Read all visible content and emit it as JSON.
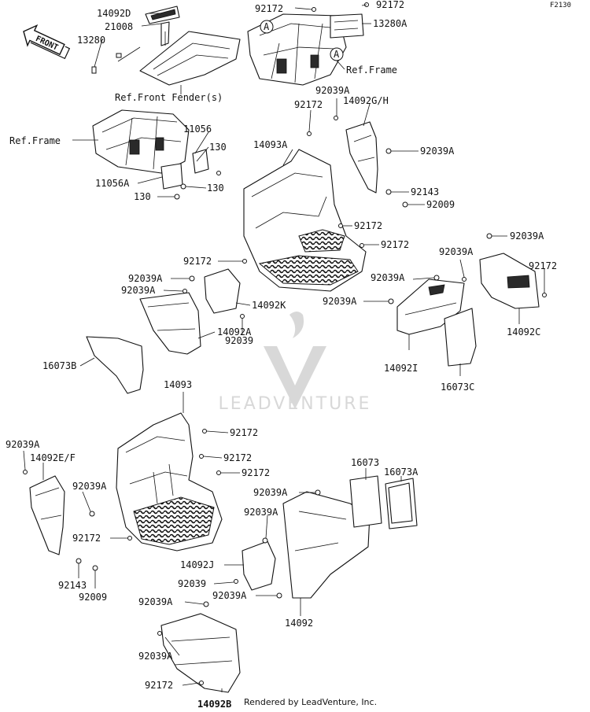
{
  "figure_code": "F2130",
  "front_arrow_label": "FRONT",
  "callout_letter": "A",
  "watermark_text": "LEADVENTURE",
  "credit": "Rendered by LeadVenture, Inc.",
  "refs": {
    "front_fender": "Ref.Front Fender(s)",
    "frame_top": "Ref.Frame",
    "frame_left": "Ref.Frame"
  },
  "parts": {
    "p14092D": "14092D",
    "p21008": "21008",
    "p13280": "13280",
    "p92172_top": "92172",
    "p92172_topright": "92172",
    "p13280A": "13280A",
    "p11056": "11056",
    "p130_a": "130",
    "p11056A": "11056A",
    "p130_b": "130",
    "p130_c": "130",
    "p92039A_1": "92039A",
    "p92172_2": "92172",
    "p14092GH": "14092G/H",
    "p14093A": "14093A",
    "p92039A_2": "92039A",
    "p92143_a": "92143",
    "p92009_a": "92009",
    "p92172_3": "92172",
    "p92172_4": "92172",
    "p92039A_3": "92039A",
    "p92039A_4": "92039A",
    "p92172_5": "92172",
    "p92172_6": "92172",
    "p92039A_5": "92039A",
    "p92039A_6": "92039A",
    "p92039A_7": "92039A",
    "p14092K": "14092K",
    "p92039A_8": "92039A",
    "p92039": "92039",
    "p14092A": "14092A",
    "p16073B": "16073B",
    "p14092I": "14092I",
    "p14092C": "14092C",
    "p16073C": "16073C",
    "p14093": "14093",
    "p92172_7": "92172",
    "p92039A_9": "92039A",
    "p14092EF": "14092E/F",
    "p92172_8": "92172",
    "p92172_9": "92172",
    "p92039A_10": "92039A",
    "p16073": "16073",
    "p16073A": "16073A",
    "p92039A_11": "92039A",
    "p92039A_12": "92039A",
    "p92172_10": "92172",
    "p92143_b": "92143",
    "p92009_b": "92009",
    "p14092J": "14092J",
    "p92039_b": "92039",
    "p92039A_13": "92039A",
    "p92039A_14": "92039A",
    "p14092": "14092",
    "p92039A_15": "92039A",
    "p92172_11": "92172",
    "p14092B": "14092B"
  }
}
